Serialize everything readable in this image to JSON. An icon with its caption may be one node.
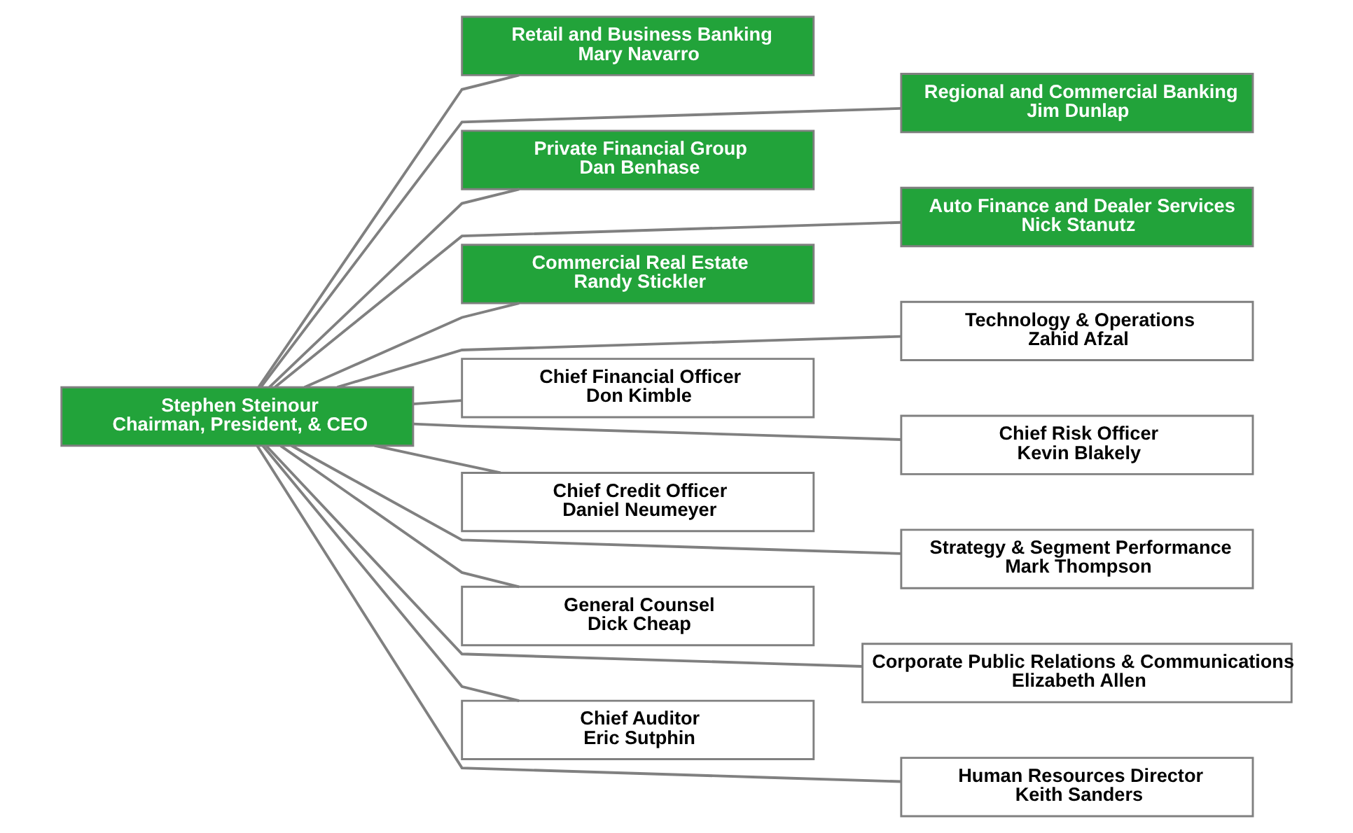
{
  "diagram": {
    "nodes": [
      {
        "text": [
          "Stephen Steinour",
          "Chairman, President, & CEO"
        ]
      },
      {
        "text": [
          "Retail and Business Banking",
          "Mary Navarro"
        ]
      },
      {
        "text": [
          "Regional and Commercial Banking",
          "Jim Dunlap"
        ]
      },
      {
        "text": [
          "Private Financial Group",
          "Dan Benhase"
        ]
      },
      {
        "text": [
          "Auto Finance and Dealer Services",
          "Nick Stanutz"
        ]
      },
      {
        "text": [
          "Commercial Real Estate",
          "Randy Stickler"
        ]
      },
      {
        "text": [
          "Technology & Operations",
          "Zahid Afzal"
        ]
      },
      {
        "text": [
          "Chief Financial Officer",
          "Don Kimble"
        ]
      },
      {
        "text": [
          "Chief Risk Officer",
          "Kevin Blakely"
        ]
      },
      {
        "text": [
          "Chief Credit Officer",
          "Daniel Neumeyer"
        ]
      },
      {
        "text": [
          "Strategy & Segment Performance",
          "Mark Thompson"
        ]
      },
      {
        "text": [
          "General Counsel",
          "Dick Cheap"
        ]
      },
      {
        "text": [
          "Corporate Public Relations & Communications",
          "Elizabeth Allen"
        ]
      },
      {
        "text": [
          "Chief Auditor",
          "Eric Sutphin"
        ]
      },
      {
        "text": [
          "Human Resources Director",
          "Keith Sanders"
        ]
      }
    ],
    "edges": [
      {
        "from": 0,
        "to": 1,
        "arrow": "none"
      },
      {
        "from": 0,
        "to": 2,
        "arrow": "none"
      },
      {
        "from": 0,
        "to": 3,
        "arrow": "none"
      },
      {
        "from": 0,
        "to": 4,
        "arrow": "none"
      },
      {
        "from": 0,
        "to": 5,
        "arrow": "none"
      },
      {
        "from": 0,
        "to": 6,
        "arrow": "none"
      },
      {
        "from": 0,
        "to": 7,
        "arrow": "none"
      },
      {
        "from": 0,
        "to": 8,
        "arrow": "none"
      },
      {
        "from": 0,
        "to": 9,
        "arrow": "none"
      },
      {
        "from": 0,
        "to": 10,
        "arrow": "none"
      },
      {
        "from": 0,
        "to": 11,
        "arrow": "none"
      },
      {
        "from": 0,
        "to": 12,
        "arrow": "none"
      },
      {
        "from": 0,
        "to": 13,
        "arrow": "none"
      },
      {
        "from": 0,
        "to": 14,
        "arrow": "none"
      }
    ]
  }
}
